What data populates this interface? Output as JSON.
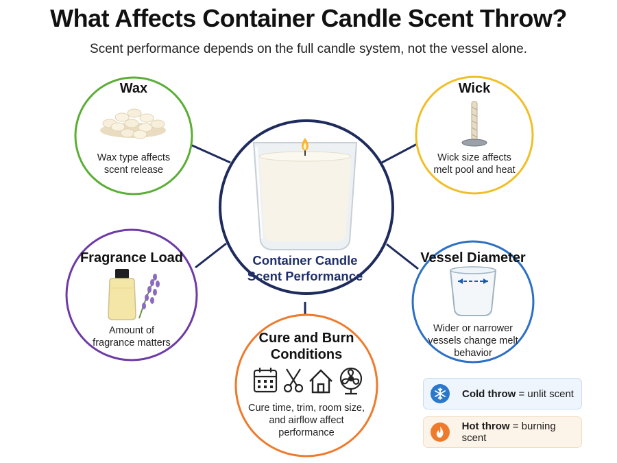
{
  "title": "What Affects Container Candle Scent Throw?",
  "subtitle": "Scent performance depends on the full candle system, not the vessel alone.",
  "center": {
    "line1": "Container Candle",
    "line2": "Scent Performance"
  },
  "nodes": {
    "wax": {
      "title": "Wax",
      "line1": "Wax type affects",
      "line2": "scent release",
      "ring_color": "#5aae35"
    },
    "wick": {
      "title": "Wick",
      "line1": "Wick size affects",
      "line2": "melt pool and heat",
      "ring_color": "#f0bf27"
    },
    "fragrance": {
      "title": "Fragrance Load",
      "line1": "Amount of",
      "line2": "fragrance matters",
      "ring_color": "#6e3aa6"
    },
    "vessel": {
      "title": "Vessel Diameter",
      "line1": "Wider or narrower",
      "line2": "vessels change melt",
      "line3": "behavior",
      "ring_color": "#2c6fc4"
    },
    "cure": {
      "title_line1": "Cure and Burn",
      "title_line2": "Conditions",
      "line1": "Cure time, trim, room size,",
      "line2": "and airflow affect",
      "line3": "performance",
      "ring_color": "#ee7b2c"
    }
  },
  "legend": {
    "cold": {
      "term": "Cold throw",
      "definition": "= unlit scent",
      "color": "#2c77c9"
    },
    "hot": {
      "term": "Hot throw",
      "definition": "= burning scent",
      "color": "#ee7b2c"
    }
  },
  "center_ring_color": "#1e2b5c"
}
